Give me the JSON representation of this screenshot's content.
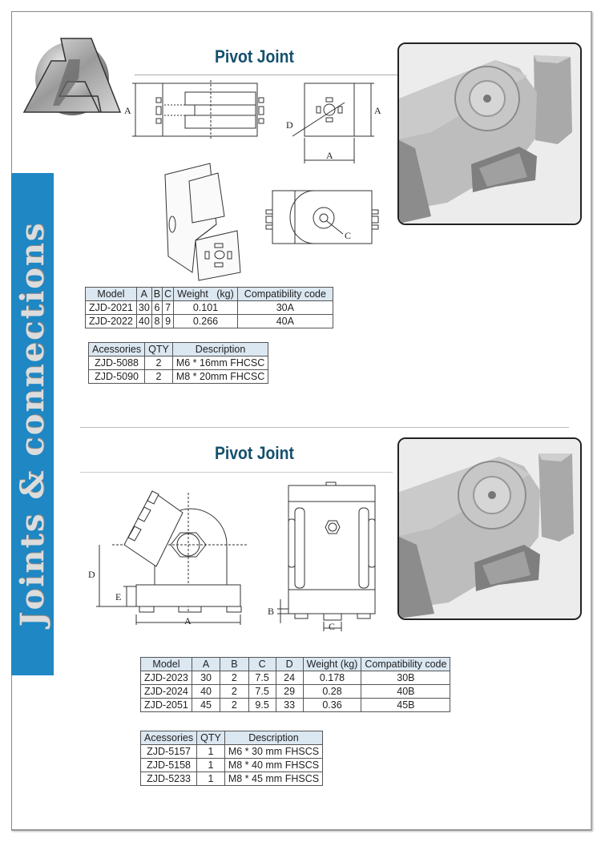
{
  "brand": {
    "logo": "ZA-logo",
    "sidebar_title": "Joints & connections",
    "sidebar_color": "#1e87c4"
  },
  "sections": [
    {
      "title": "Pivot Joint",
      "diagram_labels": {
        "a1": "A",
        "a2": "A",
        "a3": "A",
        "d": "D",
        "c": "C"
      },
      "spec_table": {
        "headers": [
          "Model",
          "A",
          "B",
          "C",
          "Weight   (kg)",
          "Compatibility code"
        ],
        "rows": [
          [
            "ZJD-2021",
            "30",
            "6",
            "7",
            "0.101",
            "30A"
          ],
          [
            "ZJD-2022",
            "40",
            "8",
            "9",
            "0.266",
            "40A"
          ]
        ]
      },
      "accessories_table": {
        "headers": [
          "Acessories",
          "QTY",
          "Description"
        ],
        "rows": [
          [
            "ZJD-5088",
            "2",
            "M6 * 16mm FHCSC"
          ],
          [
            "ZJD-5090",
            "2",
            "M8 * 20mm FHCSC"
          ]
        ]
      }
    },
    {
      "title": "Pivot Joint",
      "diagram_labels": {
        "d": "D",
        "e": "E",
        "a": "A",
        "b": "B",
        "c": "C"
      },
      "spec_table": {
        "headers": [
          "Model",
          "A",
          "B",
          "C",
          "D",
          "Weight (kg)",
          "Compatibility code"
        ],
        "rows": [
          [
            "ZJD-2023",
            "30",
            "2",
            "7.5",
            "24",
            "0.178",
            "30B"
          ],
          [
            "ZJD-2024",
            "40",
            "2",
            "7.5",
            "29",
            "0.28",
            "40B"
          ],
          [
            "ZJD-2051",
            "45",
            "2",
            "9.5",
            "33",
            "0.36",
            "45B"
          ]
        ]
      },
      "accessories_table": {
        "headers": [
          "Acessories",
          "QTY",
          "Description"
        ],
        "rows": [
          [
            "ZJD-5157",
            "1",
            "M6 * 30 mm FHSCS"
          ],
          [
            "ZJD-5158",
            "1",
            "M8 * 40 mm FHSCS"
          ],
          [
            "ZJD-5233",
            "1",
            "M8 * 45 mm FHSCS"
          ]
        ]
      }
    }
  ]
}
